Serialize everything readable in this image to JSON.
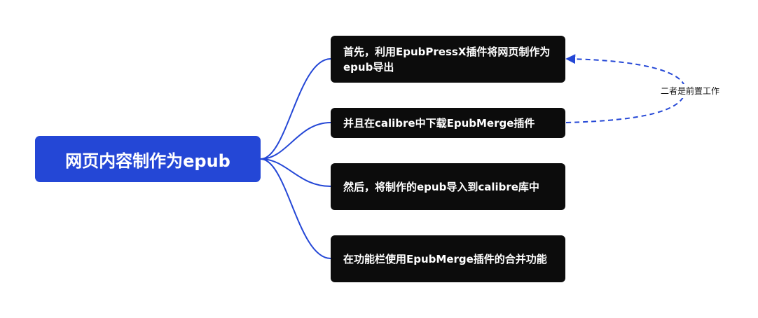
{
  "colors": {
    "root_fill": "#2447d6",
    "child_fill": "#0c0c0c",
    "connector": "#2447d6",
    "dashed_link": "#2447d6"
  },
  "mindmap": {
    "root": {
      "label": "网页内容制作为epub"
    },
    "children": [
      {
        "label": "首先，利用EpubPressX插件将网页制作为epub导出"
      },
      {
        "label": "并且在calibre中下载EpubMerge插件"
      },
      {
        "label": "然后，将制作的epub导入到calibre库中"
      },
      {
        "label": "在功能栏使用EpubMerge插件的合并功能"
      }
    ],
    "relation": {
      "label": "二者是前置工作"
    }
  }
}
